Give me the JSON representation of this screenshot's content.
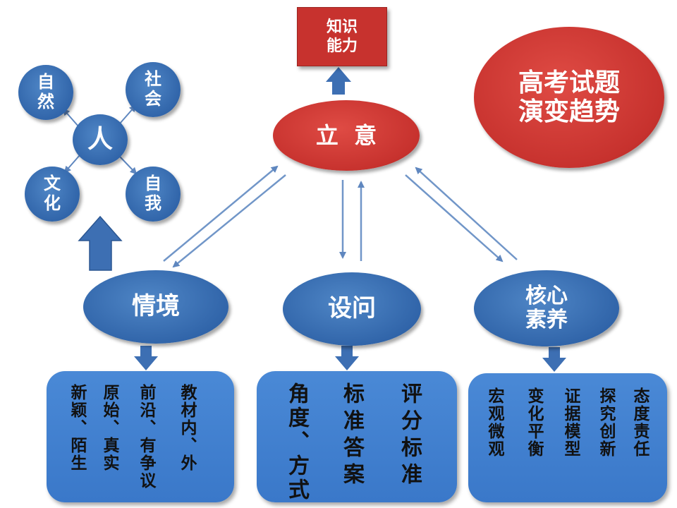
{
  "title": {
    "line1": "高考试题",
    "line2": "演变趋势"
  },
  "top_box": {
    "line1": "知识",
    "line2": "能力"
  },
  "center": {
    "label": "立  意"
  },
  "person": {
    "center": "人",
    "nodes": {
      "nature": {
        "line1": "自",
        "line2": "然"
      },
      "society": {
        "line1": "社",
        "line2": "会"
      },
      "culture": {
        "line1": "文",
        "line2": "化"
      },
      "self": {
        "line1": "自",
        "line2": "我"
      }
    }
  },
  "situation": {
    "label": "情境",
    "items": [
      "新颖、陌生",
      "原始、真实",
      "前沿、有争议",
      "教材内、外"
    ]
  },
  "questioning": {
    "label": "设问",
    "items": [
      "角度、方式",
      "标准答案",
      "评分标准"
    ]
  },
  "core": {
    "line1": "核心",
    "line2": "素养",
    "items": [
      "宏观微观",
      "变化平衡",
      "证据模型",
      "探究创新",
      "态度责任"
    ]
  },
  "colors": {
    "red": "#c7322e",
    "blue": "#2f63a8",
    "box_blue": "#3f7fce",
    "arrow": "#6f95c4"
  }
}
